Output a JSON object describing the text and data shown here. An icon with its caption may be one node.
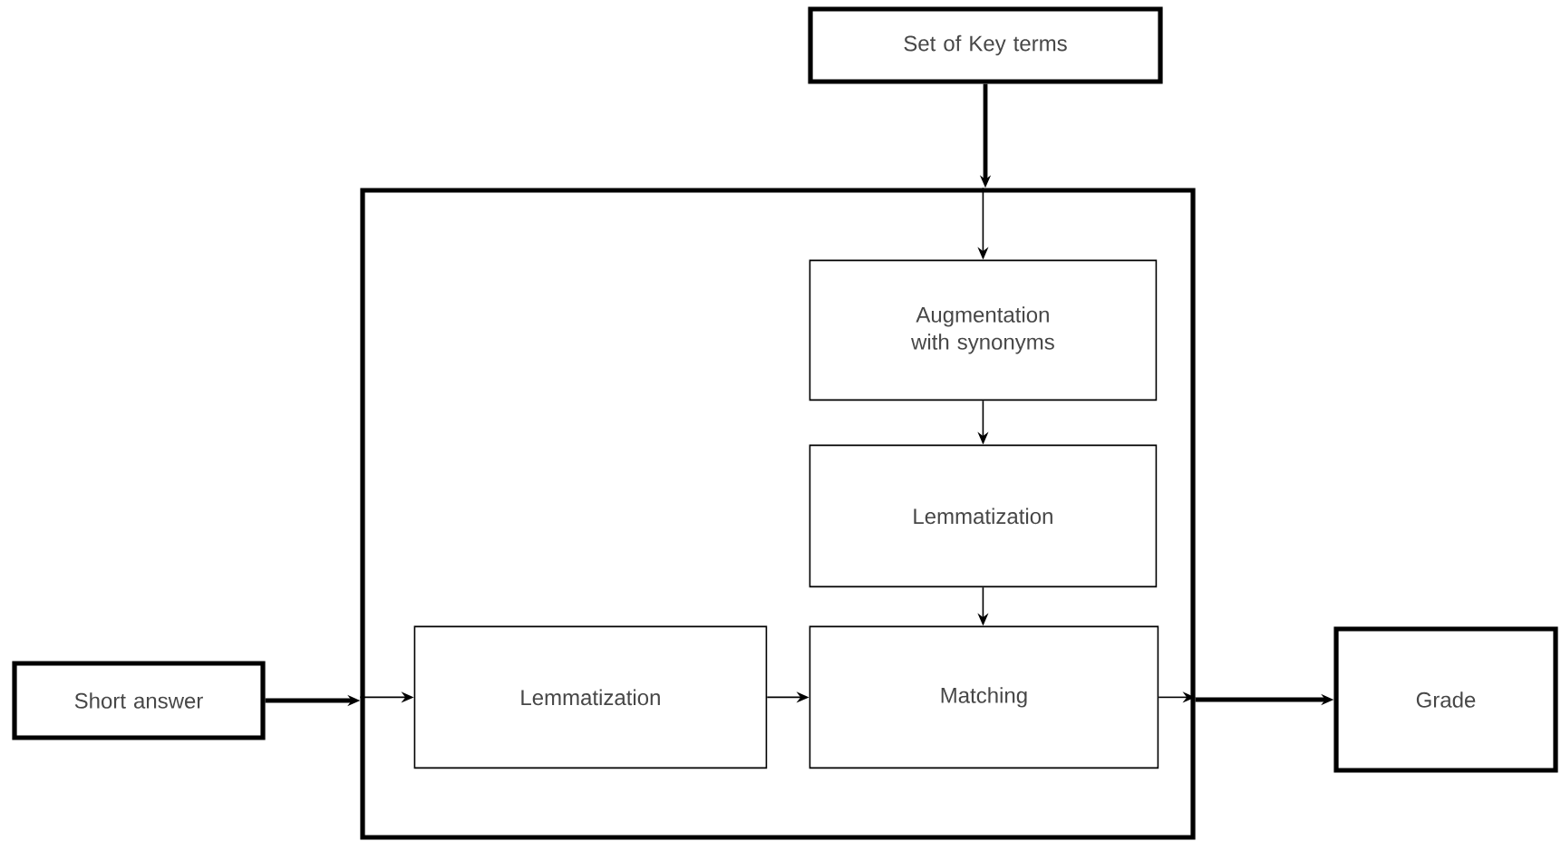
{
  "diagram": {
    "nodes": [
      {
        "text": [
          "Set of Key terms"
        ]
      },
      {
        "text": [],
        "shape": "box"
      },
      {
        "text": [
          "Augmentation with synonyms"
        ],
        "in": 1
      },
      {
        "text": [
          "Lemmatization"
        ],
        "in": 1
      },
      {
        "text": [
          "Short answer"
        ]
      },
      {
        "text": [
          "Lemmatization"
        ],
        "in": 1
      },
      {
        "text": [
          "Matching"
        ],
        "in": 1
      },
      {
        "text": [
          "Grade"
        ]
      }
    ],
    "edges": [
      {
        "from": 0,
        "to": 1,
        "arrow": "to",
        "style": "thick"
      },
      {
        "from": 1,
        "to": 2,
        "arrow": "to"
      },
      {
        "from": 2,
        "to": 3,
        "arrow": "to"
      },
      {
        "from": 3,
        "to": 6,
        "arrow": "to"
      },
      {
        "from": 4,
        "to": 1,
        "arrow": "to",
        "style": "thick"
      },
      {
        "from": 1,
        "to": 5,
        "arrow": "to"
      },
      {
        "from": 5,
        "to": 6,
        "arrow": "to"
      },
      {
        "from": 6,
        "to": 1,
        "arrow": "to"
      },
      {
        "from": 1,
        "to": 7,
        "arrow": "to",
        "style": "thick"
      }
    ]
  }
}
